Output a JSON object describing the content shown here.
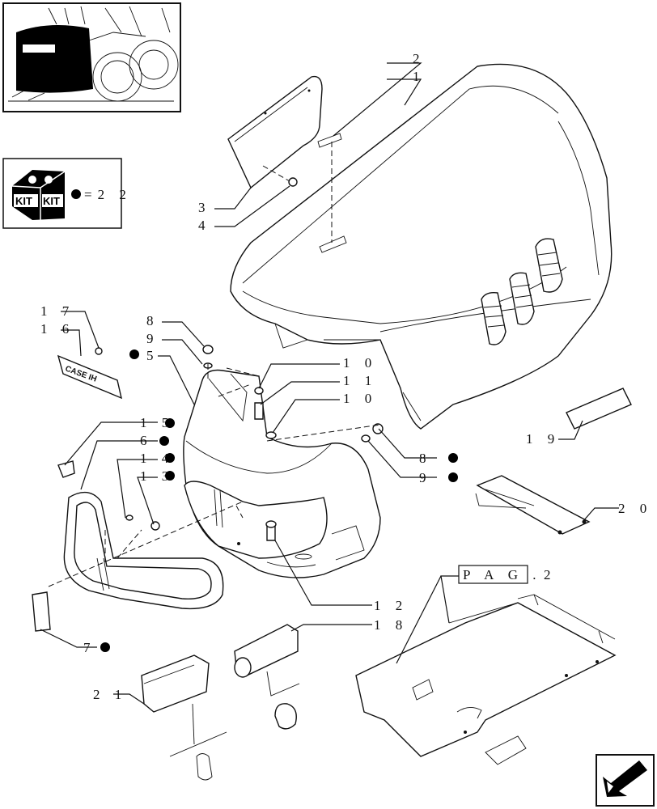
{
  "kit_box": {
    "kit_text": "KIT",
    "equals_text": "=2 2"
  },
  "pag_box": {
    "text": "P A G .",
    "page": "2"
  },
  "labels": {
    "l1": "1",
    "l2": "2",
    "l3": "3",
    "l4": "4",
    "l5": "5",
    "l6": "6",
    "l7": "7",
    "l8a": "8",
    "l8b": "8",
    "l9a": "9",
    "l9b": "9",
    "l10a": "1 0",
    "l10b": "1 0",
    "l11": "1 1",
    "l12": "1 2",
    "l13": "1 3",
    "l14": "1 4",
    "l15": "1 5",
    "l16": "1 6",
    "l17": "1 7",
    "l18": "1 8",
    "l19": "1 9",
    "l20": "2 0",
    "l21": "2 1"
  },
  "logo_text": "CASE IH",
  "icons": [
    "thumbnail-tractor-icon",
    "kit-box-icon",
    "bullet-dot-icon",
    "next-page-arrow-icon"
  ]
}
